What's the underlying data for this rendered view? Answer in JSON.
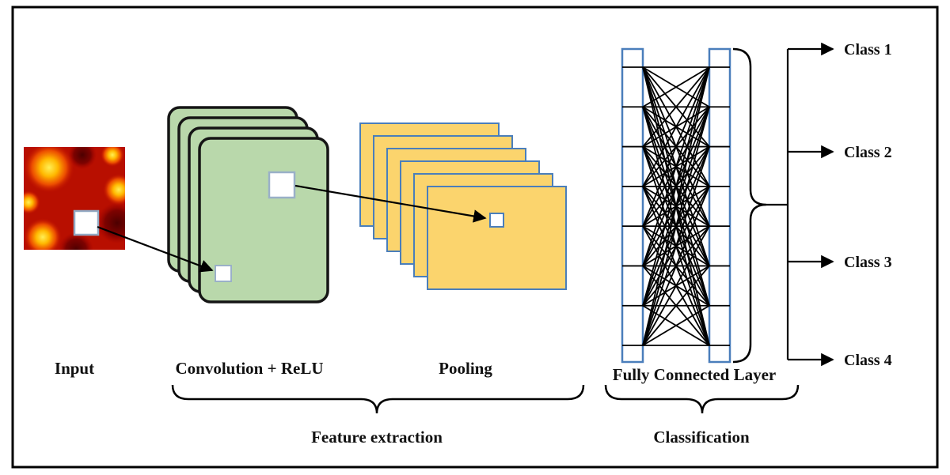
{
  "figure": {
    "type": "cnn-architecture-diagram",
    "stages": {
      "input_label": "Input",
      "convolution_label": "Convolution + ReLU",
      "pooling_label": "Pooling",
      "fully_connected_label": "Fully Connected Layer"
    },
    "groups": {
      "feature_extraction_label": "Feature extraction",
      "classification_label": "Classification"
    },
    "classes": [
      {
        "label": "Class 1"
      },
      {
        "label": "Class 2"
      },
      {
        "label": "Class 3"
      },
      {
        "label": "Class 4"
      }
    ],
    "structure": {
      "conv_layer_count": 4,
      "pooling_layer_count": 6,
      "fc_node_count": 8,
      "class_count": 4
    },
    "colors": {
      "conv_fill": "#b9d8ab",
      "conv_stroke": "#151515",
      "pool_fill": "#fbd46d",
      "pool_stroke": "#4a7ebb",
      "fc_stroke": "#4a7ebb",
      "connection_color": "#000000",
      "frame_color": "#000000",
      "heatmap_base": "#b80f00"
    }
  }
}
